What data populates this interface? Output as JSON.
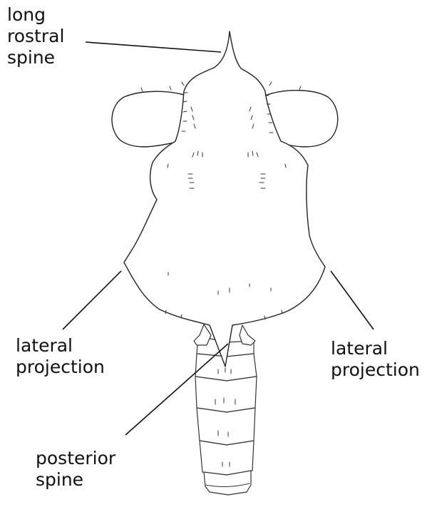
{
  "labels": {
    "rostral": [
      "long",
      "rostral",
      "spine"
    ],
    "lateral_left": [
      "lateral",
      "projection"
    ],
    "lateral_right": [
      "lateral",
      "projection"
    ],
    "posterior": [
      "posterior",
      "spine"
    ]
  },
  "colors": {
    "ink": "#222222",
    "background": "#ffffff"
  }
}
